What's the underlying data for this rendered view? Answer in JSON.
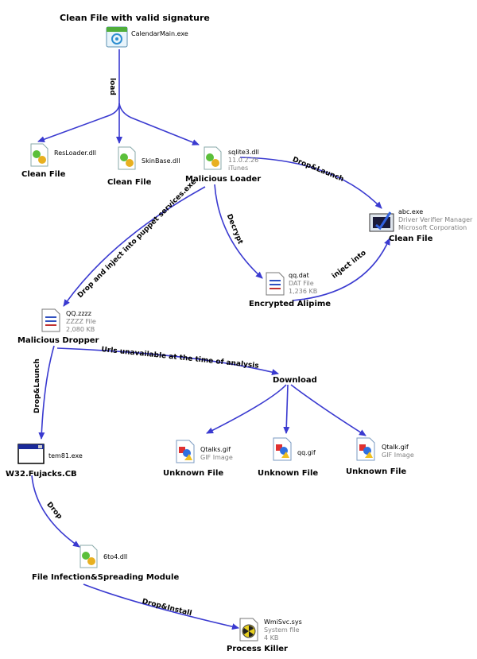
{
  "title": "Clean File with valid signature",
  "nodes": {
    "calendar": {
      "file": "CalendarMain.exe",
      "icon": "calendar-exe-icon"
    },
    "resloader": {
      "file": "ResLoader.dll",
      "label": "Clean File",
      "icon": "dll-gear-icon"
    },
    "skinbase": {
      "file": "SkinBase.dll",
      "label": "Clean File",
      "icon": "dll-gear-icon"
    },
    "sqlite": {
      "file": "sqlite3.dll",
      "meta1": "11.0.2.26",
      "meta2": "iTunes",
      "label": "Malicious Loader",
      "icon": "dll-gear-icon"
    },
    "abc": {
      "file": "abc.exe",
      "meta1": "Driver Verifier Manager",
      "meta2": "Microsoft Corporation",
      "label": "Clean File",
      "icon": "verifier-exe-icon"
    },
    "qqdat": {
      "file": "qq.dat",
      "meta1": "DAT File",
      "meta2": "1,236 KB",
      "label": "Encrypted Alipime",
      "icon": "dat-file-icon"
    },
    "qqzzzz": {
      "file": "QQ.zzzz",
      "meta1": "ZZZZ File",
      "meta2": "2,080 KB",
      "label": "Malicious Dropper",
      "icon": "zzzz-file-icon"
    },
    "tem81": {
      "file": "tem81.exe",
      "label": "W32.Fujacks.CB",
      "icon": "exe-window-icon"
    },
    "download": {
      "label": "Download"
    },
    "qtalks": {
      "file": "Qtalks.gif",
      "meta1": "GIF Image",
      "label": "Unknown File",
      "icon": "gif-image-icon"
    },
    "qqgif": {
      "file": "qq.gif",
      "label": "Unknown File",
      "icon": "gif-image-icon"
    },
    "qtalk": {
      "file": "Qtalk.gif",
      "meta1": "GIF Image",
      "label": "Unknown File",
      "icon": "gif-image-icon"
    },
    "sixto4": {
      "file": "6to4.dll",
      "label": "File Infection&Spreading Module",
      "icon": "dll-gear-icon"
    },
    "wmisvc": {
      "file": "WmiSvc.sys",
      "meta1": "System file",
      "meta2": "4 KB",
      "label": "Process Killer",
      "icon": "sys-file-icon"
    }
  },
  "edge_labels": {
    "load": "load",
    "drop_launch_1": "Drop&Launch",
    "decrypt": "Decrypt",
    "inject_into": "inject into",
    "drop_inject": "Drop and inject into puppet services.exe",
    "urls": "Urls unavailable at the time of analysis",
    "drop_launch_2": "Drop&Launch",
    "drop": "Drop",
    "drop_install": "Drop&Install"
  },
  "colors": {
    "edge": "#3a3ad0",
    "meta_text": "#808080"
  }
}
